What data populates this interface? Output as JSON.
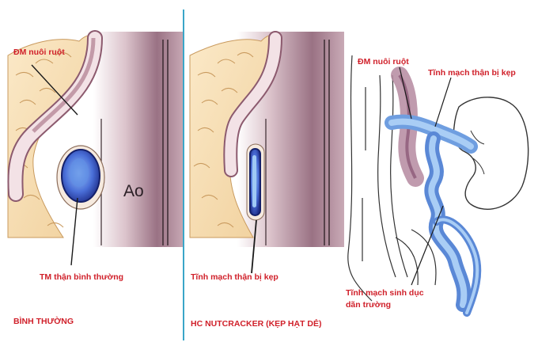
{
  "panel_1": {
    "artery_label": "ĐM nuôi ruột",
    "aorta_label": "Ao",
    "vein_label": "TM thận bình thường",
    "caption": "BÌNH THƯỜNG"
  },
  "panel_2": {
    "vein_label": "Tĩnh mạch thận bị kẹp",
    "caption": "HC NUTCRACKER (KẸP HẠT DẺ)"
  },
  "panel_3": {
    "artery_label": "ĐM nuôi ruột",
    "vein_label": "Tĩnh mạch thận bị kẹp",
    "gonadal_label_line1": "Tĩnh mạch sinh dục",
    "gonadal_label_line2": "dãn trường"
  },
  "colors": {
    "label_red": "#d0202a",
    "divider_blue": "#3aa6c8",
    "vein_blue": "#7fb6e8",
    "aorta_purple": "#b58aa0"
  }
}
